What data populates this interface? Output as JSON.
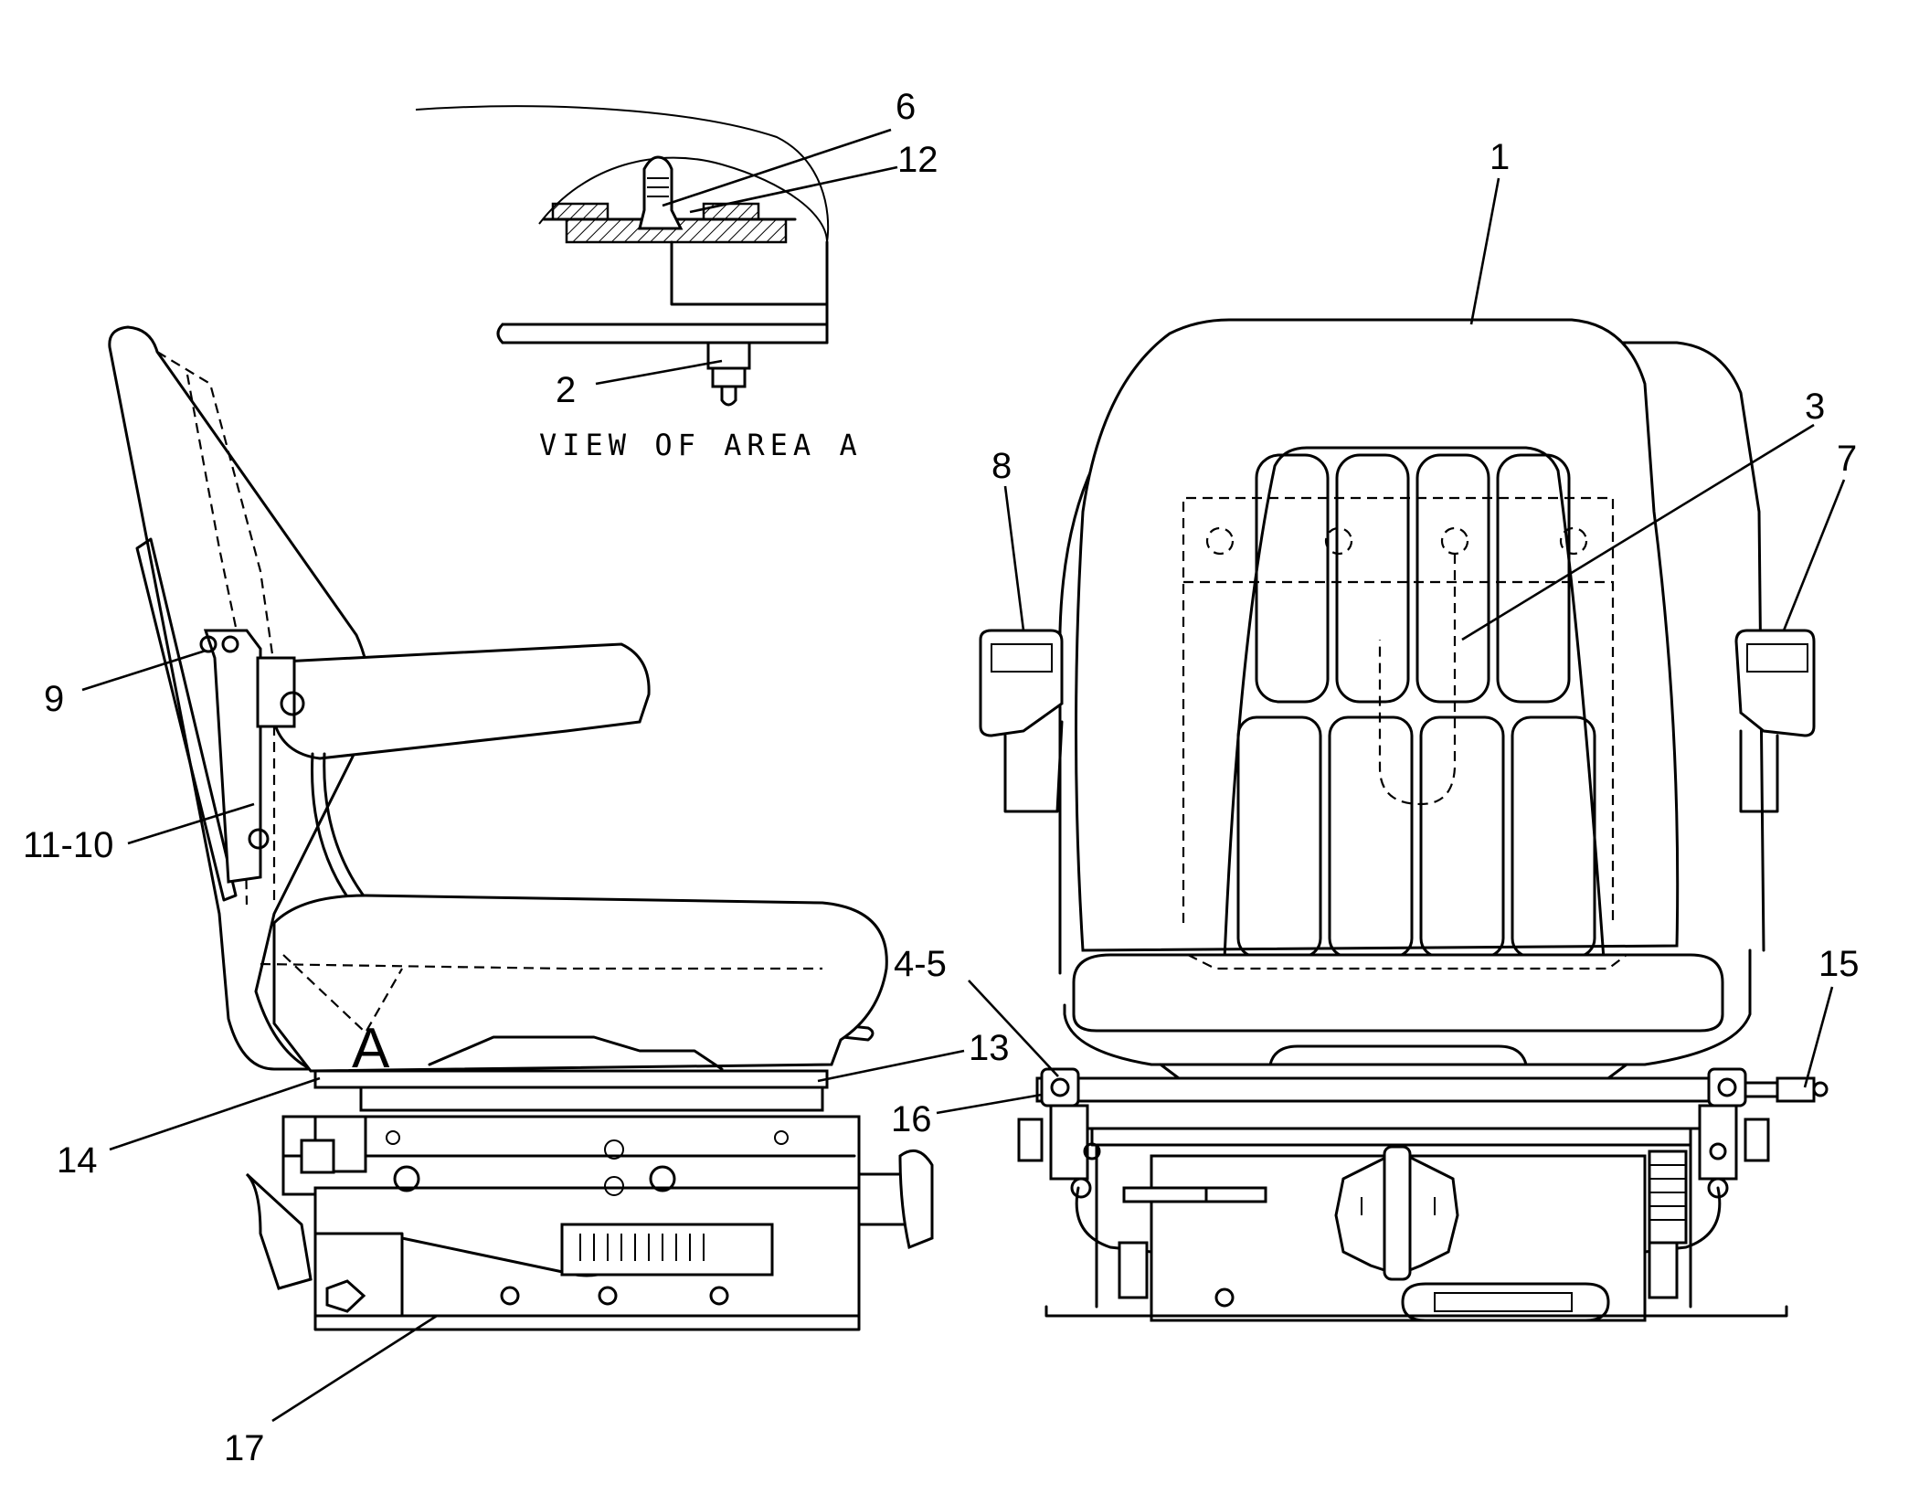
{
  "view_caption": "VIEW OF AREA A",
  "area_marker": "A",
  "callouts": [
    "1",
    "2",
    "3",
    "4-5",
    "6",
    "7",
    "8",
    "9",
    "11-10",
    "12",
    "13",
    "14",
    "15",
    "16",
    "17"
  ]
}
